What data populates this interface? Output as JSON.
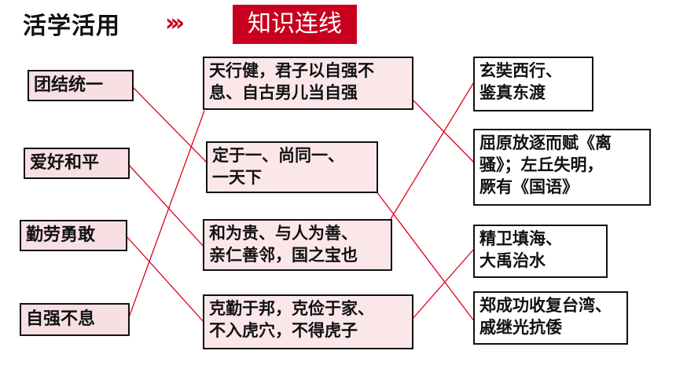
{
  "header": {
    "title": "活学活用",
    "arrows": "›››",
    "tag": "知识连线"
  },
  "colors": {
    "accent": "#c8001e",
    "line": "#e0001a",
    "box_fill": "#f7dfe3"
  },
  "left_items": [
    "团结统一",
    "爱好和平",
    "勤劳勇敢",
    "自强不息"
  ],
  "middle_items": [
    [
      "天行健，君子以自强不",
      "息、自古男儿当自强"
    ],
    [
      "定于一、尚同一、",
      "一天下"
    ],
    [
      "和为贵、与人为善、",
      "亲仁善邻，国之宝也"
    ],
    [
      "克勤于邦，克俭于家、",
      "不入虎穴，不得虎子"
    ]
  ],
  "right_items": [
    [
      "玄奘西行、",
      "鉴真东渡"
    ],
    [
      "屈原放逐而赋《离",
      "骚》；左丘失明，",
      "厥有《国语》"
    ],
    [
      "精卫填海、",
      "大禹治水"
    ],
    [
      "郑成功收复台湾、",
      "戚继光抗倭"
    ]
  ]
}
